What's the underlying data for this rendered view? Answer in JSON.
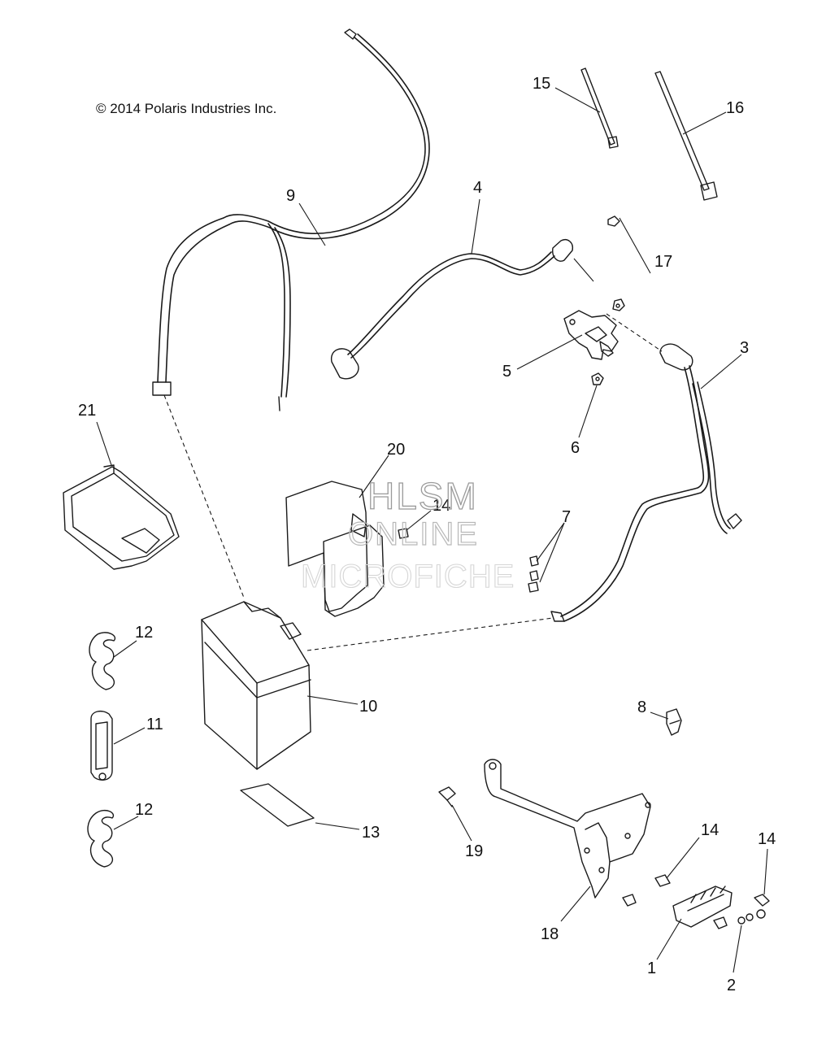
{
  "copyright": "© 2014 Polaris Industries Inc.",
  "watermark": {
    "line1": "HLSM",
    "line2": "ONLINE",
    "line3": "MICROFICHE"
  },
  "callouts": {
    "c1": "1",
    "c2": "2",
    "c3": "3",
    "c4": "4",
    "c5": "5",
    "c6": "6",
    "c7": "7",
    "c8": "8",
    "c9": "9",
    "c10": "10",
    "c11": "11",
    "c12a": "12",
    "c12b": "12",
    "c13": "13",
    "c14a": "14",
    "c14b": "14",
    "c14c": "14",
    "c15": "15",
    "c16": "16",
    "c17": "17",
    "c18": "18",
    "c19": "19",
    "c20": "20",
    "c21": "21"
  }
}
